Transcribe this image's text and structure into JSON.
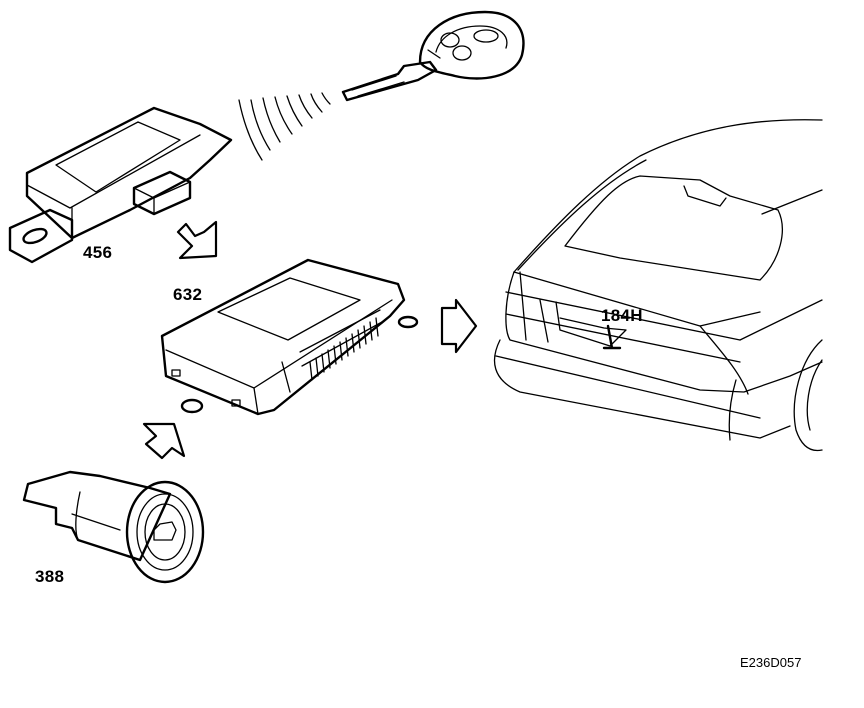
{
  "diagram": {
    "components": [
      {
        "id": "456",
        "label": "456",
        "description_visible": false
      },
      {
        "id": "632",
        "label": "632"
      },
      {
        "id": "388",
        "label": "388"
      },
      {
        "id": "184H",
        "label": "184H"
      }
    ],
    "figure_code": "E236D057",
    "colors": {
      "line": "#000000",
      "background": "#ffffff"
    }
  }
}
